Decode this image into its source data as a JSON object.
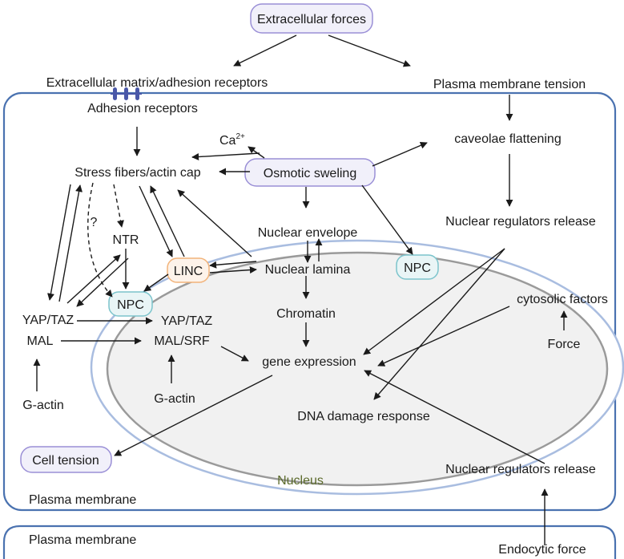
{
  "labels": {
    "extracellular_forces": "Extracellular forces",
    "ecm_adhesion": "Extracellular matrix/adhesion receptors",
    "pm_tension": "Plasma membrane tension",
    "adhesion_receptors": "Adhesion receptors",
    "caveolae": "caveolae flattening",
    "calcium": "Ca",
    "calcium_sup": "2+",
    "stress_fibers": "Stress fibers/actin cap",
    "osmotic": "Osmotic sweling",
    "nuclear_regulators_top": "Nuclear regulators release",
    "nuclear_envelope": "Nuclear envelope",
    "ntr": "NTR",
    "question": "?",
    "linc": "LINC",
    "nuclear_lamina": "Nuclear lamina",
    "npc_right": "NPC",
    "npc_left": "NPC",
    "cytosolic": "cytosolic factors",
    "yap_taz_left": "YAP/TAZ",
    "yap_taz_nuc": "YAP/TAZ",
    "chromatin": "Chromatin",
    "mal": "MAL",
    "mal_srf": "MAL/SRF",
    "gene_expression": "gene expression",
    "force": "Force",
    "g_actin_left": "G-actin",
    "g_actin_nuc": "G-actin",
    "dna_damage": "DNA damage response",
    "cell_tension": "Cell tension",
    "nucleus": "Nucleus",
    "nuclear_regulators_bottom": "Nuclear regulators release",
    "plasma_membrane_cell": "Plasma membrane",
    "plasma_membrane_lower": "Plasma membrane",
    "endocytic_force": "Endocytic force"
  },
  "colors": {
    "membrane": "#4a72b0",
    "nuclear_envelope_outer": "#a9bde0",
    "nuclear_envelope_inner": "#9a9a9a",
    "nucleus_fill": "#f1f1f1",
    "pill_border": "#9a8fd6",
    "pill_fill": "#f1f0fa",
    "linc_border": "#f2b37a",
    "linc_fill": "#fdf3ea",
    "npc_border": "#7cc4cc",
    "npc_fill": "#e9f5f6",
    "receptor": "#4a58a8",
    "nucleus_label": "#5b6a2b",
    "text": "#1a1a1a"
  }
}
